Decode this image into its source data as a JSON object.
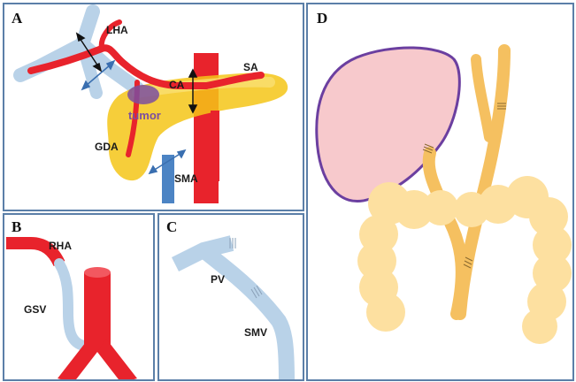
{
  "panels": {
    "a": {
      "letter": "A",
      "labels": {
        "lha": "LHA",
        "ca": "CA",
        "sa": "SA",
        "tumor": "tumor",
        "gda": "GDA",
        "sma": "SMA"
      }
    },
    "b": {
      "letter": "B",
      "labels": {
        "rha": "RHA",
        "gsv": "GSV"
      }
    },
    "c": {
      "letter": "C",
      "labels": {
        "pv": "PV",
        "smv": "SMV"
      }
    },
    "d": {
      "letter": "D"
    }
  },
  "colors": {
    "artery": "#e8232c",
    "vein": "#b9d2e8",
    "pancreas": "#f5c518",
    "tumor": "#7b4ea0",
    "arrow_dark": "#111111",
    "arrow_blue": "#3a6fb0",
    "sma_blue": "#4c84c4",
    "liver": "#f7c9cc",
    "liver_edge": "#6b3fa0",
    "intestine": "#fde0a0",
    "jejunal_limb": "#f5c060",
    "panel_border": "#5b7fa8"
  }
}
